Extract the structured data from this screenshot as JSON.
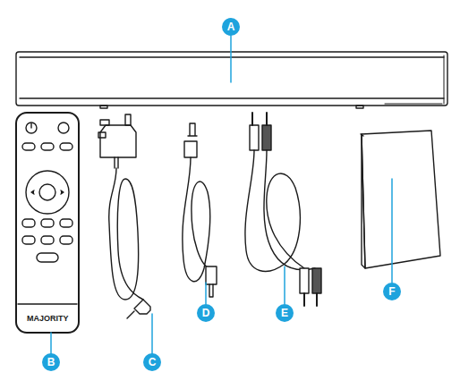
{
  "diagram": {
    "nodes": [
      {
        "text": [
          "A"
        ]
      },
      {
        "text": [
          "B"
        ]
      },
      {
        "text": [
          "C"
        ]
      },
      {
        "text": [
          "D"
        ]
      },
      {
        "text": [
          "E"
        ]
      },
      {
        "text": [
          "F"
        ]
      }
    ],
    "labels": [
      "MAJORITY"
    ]
  }
}
